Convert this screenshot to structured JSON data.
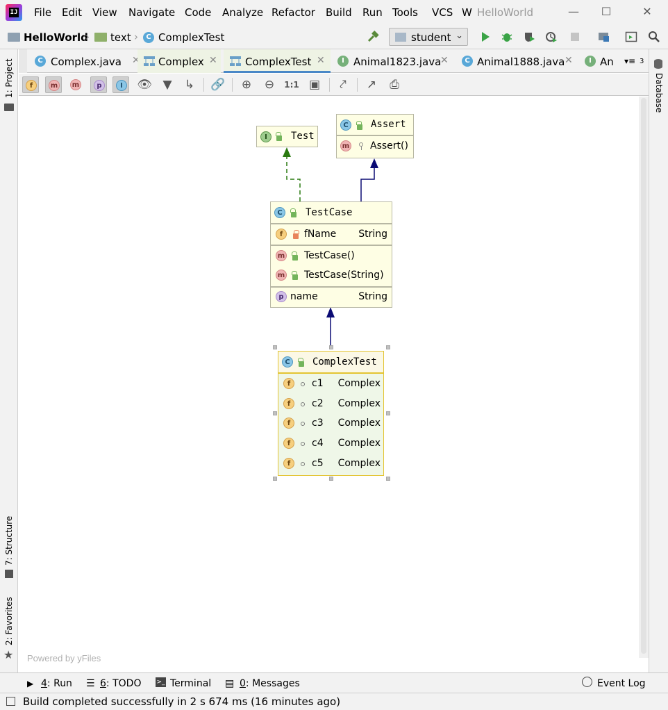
{
  "menu": {
    "items": [
      {
        "label": "File"
      },
      {
        "label": "Edit"
      },
      {
        "label": "View"
      },
      {
        "label": "Navigate"
      },
      {
        "label": "Code"
      },
      {
        "label": "Analyze"
      },
      {
        "label": "Refactor"
      },
      {
        "label": "Build"
      },
      {
        "label": "Run"
      },
      {
        "label": "Tools"
      },
      {
        "label": "VCS"
      },
      {
        "label": "W"
      }
    ],
    "window_title": "HelloWorld"
  },
  "nav": {
    "project": "HelloWorld",
    "folder": "text",
    "file": "ComplexTest",
    "run_config": "student"
  },
  "tabs": [
    {
      "label": "Complex.java",
      "icon": "C"
    },
    {
      "label": "Complex",
      "icon": "diagram"
    },
    {
      "label": "ComplexTest",
      "icon": "diagram",
      "active": true
    },
    {
      "label": "Animal1823.java",
      "icon": "I"
    },
    {
      "label": "Animal1888.java",
      "icon": "C"
    },
    {
      "label": "An",
      "icon": "I"
    }
  ],
  "tabs_overflow": "3",
  "left_stripe": {
    "project": "1: Project",
    "structure": "7: Structure",
    "favorites": "2: Favorites"
  },
  "right_stripe": {
    "database": "Database"
  },
  "diagram": {
    "nodes": {
      "test": {
        "name": "Test",
        "kind": "I"
      },
      "assert": {
        "name": "Assert",
        "kind": "C",
        "methods": [
          {
            "name": "Assert()"
          }
        ]
      },
      "testcase": {
        "name": "TestCase",
        "kind": "C",
        "fields": [
          {
            "name": "fName",
            "type": "String"
          }
        ],
        "methods": [
          {
            "name": "TestCase()"
          },
          {
            "name": "TestCase(String)"
          }
        ],
        "properties": [
          {
            "name": "name",
            "type": "String"
          }
        ]
      },
      "complextest": {
        "name": "ComplexTest",
        "kind": "C",
        "fields": [
          {
            "name": "c1",
            "type": "Complex"
          },
          {
            "name": "c2",
            "type": "Complex"
          },
          {
            "name": "c3",
            "type": "Complex"
          },
          {
            "name": "c4",
            "type": "Complex"
          },
          {
            "name": "c5",
            "type": "Complex"
          }
        ]
      }
    },
    "powered_by": "Powered by yFiles",
    "colors": {
      "implements": "#2a7a10",
      "extends": "#0b0b74",
      "node_fill": "#fefee4",
      "selection": "#e3c431"
    }
  },
  "bottom_tools": [
    {
      "num": "4",
      "label": ": Run"
    },
    {
      "num": "6",
      "label": ": TODO"
    },
    {
      "num": "",
      "label": "Terminal"
    },
    {
      "num": "0",
      "label": ": Messages"
    }
  ],
  "event_log": "Event Log",
  "status": "Build completed successfully in 2 s 674 ms (16 minutes ago)"
}
